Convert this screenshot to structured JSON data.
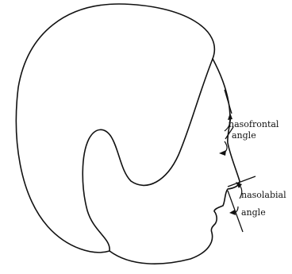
{
  "labels": {
    "nasofrontal_line1": "nasofrontal",
    "nasofrontal_line2": "angle",
    "nasolabial_line1": "nasolabial",
    "nasolabial_line2": "angle"
  },
  "colors": {
    "stroke": "#111111",
    "background": "#ffffff"
  }
}
